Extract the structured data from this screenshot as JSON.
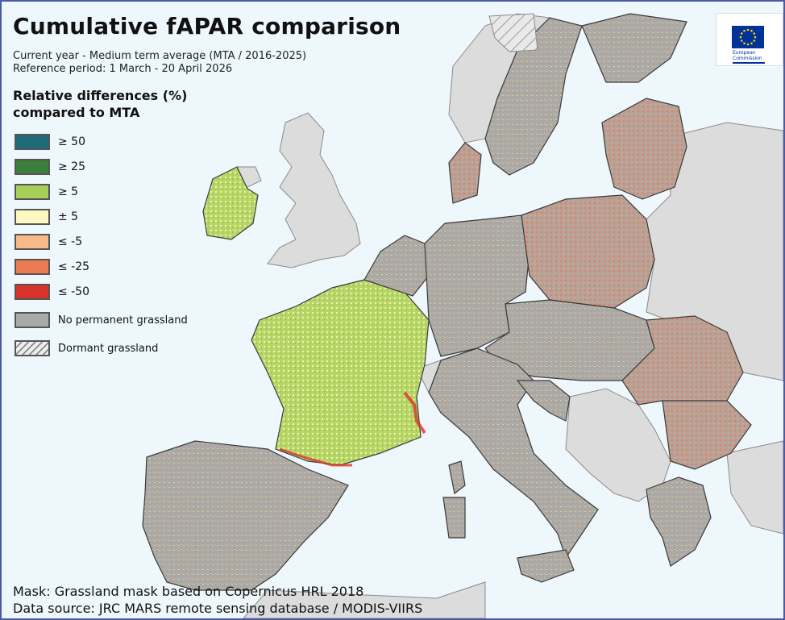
{
  "title": "Cumulative fAPAR comparison",
  "subtitle_line1": "Current year - Medium term average (MTA / 2016-2025)",
  "subtitle_line2": "Reference period: 1 March - 20 April 2026",
  "legend": {
    "title_line1": "Relative differences (%)",
    "title_line2": "compared to MTA",
    "items": [
      {
        "label": "≥ 50",
        "color": "#1f6b78"
      },
      {
        "label": "≥ 25",
        "color": "#3c7f3a"
      },
      {
        "label": "≥ 5",
        "color": "#a6cf5a"
      },
      {
        "label": "± 5",
        "color": "#fdf7c2"
      },
      {
        "label": "≤ -5",
        "color": "#f6b98a"
      },
      {
        "label": "≤ -25",
        "color": "#ec7a55"
      },
      {
        "label": "≤ -50",
        "color": "#d9342b"
      }
    ],
    "no_grassland": {
      "label": "No permanent grassland",
      "color": "#a9a9a9"
    },
    "dormant": {
      "label": "Dormant grassland"
    }
  },
  "footer": {
    "mask": "Mask: Grassland mask based on Copernicus HRL 2018",
    "source": "Data source: JRC MARS remote sensing database / MODIS-VIIRS"
  },
  "logo": {
    "line1": "European",
    "line2": "Commission",
    "colors": {
      "blue": "#003399",
      "star": "#ffcc00"
    }
  },
  "map_colors": {
    "sea": "#eef7fb",
    "outside_land": "#dcdcdc",
    "grassland_base": "#a9a9a9",
    "border": "#3a3a3a"
  }
}
